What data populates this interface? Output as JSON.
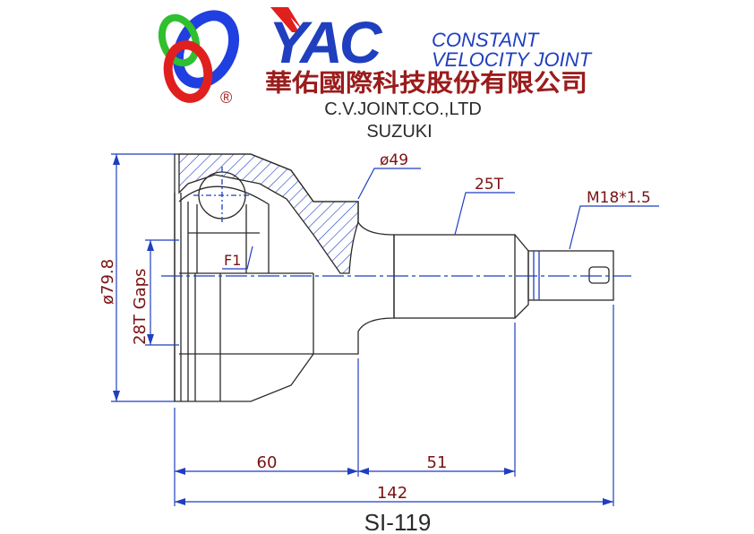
{
  "header": {
    "brand": "YAC",
    "registered": "®",
    "tagline_line1": "CONSTANT",
    "tagline_line2": "VELOCITY JOINT",
    "company_chinese": "華佑國際科技股份有限公司",
    "company_english": "C.V.JOINT.CO.,LTD",
    "make": "SUZUKI"
  },
  "drawing": {
    "outer_diameter": "ø79.8",
    "gaps": "28T Gaps",
    "stem_diameter": "ø49",
    "spline": "25T",
    "thread": "M18*1.5",
    "feature_label": "F1",
    "length_body": "60",
    "length_stem": "51",
    "length_total": "142",
    "part_number": "SI-119"
  },
  "colors": {
    "blue_line": "#1f3fbf",
    "dark_red": "#9b1c1c",
    "logo_green": "#2fbf2f",
    "logo_blue": "#1f3fe0",
    "logo_red": "#e01f1f"
  }
}
